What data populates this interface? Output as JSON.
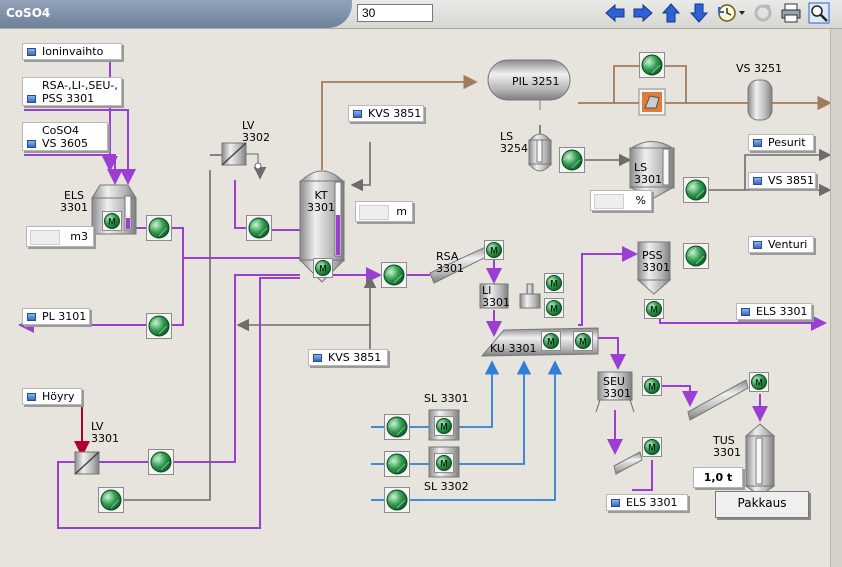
{
  "window": {
    "title": "CoSO4",
    "period_value": "30"
  },
  "toolbar": {
    "icons": [
      "arrow-left-icon",
      "arrow-right-icon",
      "arrow-up-icon",
      "arrow-down-icon",
      "history-clock-icon",
      "refresh-icon",
      "print-icon",
      "zoom-icon"
    ]
  },
  "colors": {
    "process": "#9b3fd4",
    "water": "#2f7fd6",
    "gas": "#a07c5c",
    "steam": "#b0002a",
    "gray_line": "#6c6c6c"
  },
  "tags": {
    "ioninvaihto": "Ioninvaihto",
    "rsa_line1": "RSA-,LI-,SEU-,",
    "rsa_line2": "PSS 3301",
    "coso4_line1": "CoSO4",
    "coso4_line2": "VS 3605",
    "kvs3851_top": "KVS 3851",
    "kvs3851_bottom": "KVS 3851",
    "pesurit": "Pesurit",
    "vs3851": "VS 3851",
    "venturi": "Venturi",
    "els3301_right": "ELS 3301",
    "pl3101": "PL 3101",
    "hoyry": "Höyry",
    "els3301_bottom": "ELS 3301"
  },
  "labels": {
    "els3301": [
      "ELS",
      "3301"
    ],
    "lv3302": [
      "LV",
      "3302"
    ],
    "kt3301": [
      "KT",
      "3301"
    ],
    "pil3251": "PIL 3251",
    "vs3251": "VS 3251",
    "ls3254": [
      "LS",
      "3254"
    ],
    "ls3301": [
      "LS",
      "3301"
    ],
    "rsa3301": [
      "RSA",
      "3301"
    ],
    "li3301": [
      "LI",
      "3301"
    ],
    "ku3301": "KU 3301",
    "pss3301": [
      "PSS",
      "3301"
    ],
    "sl3301": "SL 3301",
    "sl3302": "SL 3302",
    "seu3301": [
      "SEU",
      "3301"
    ],
    "tus3301": [
      "TUS",
      "3301"
    ],
    "lv3301": [
      "LV",
      "3301"
    ]
  },
  "values": {
    "els3301_level": "m3",
    "kt3301_level": "m",
    "ls3301_percent": "%",
    "tus3301_weight": "1,0 t"
  },
  "buttons": {
    "pakkaus": "Pakkaus"
  }
}
